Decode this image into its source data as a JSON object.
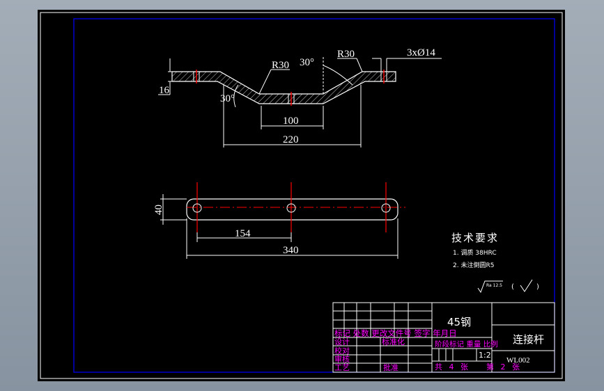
{
  "drawing": {
    "front_view": {
      "dim_thickness": "16",
      "dim_radius_left": "R30",
      "dim_radius_right": "R30",
      "dim_angle_top": "30°",
      "dim_angle_left": "30°",
      "dim_holes": "3xØ14",
      "dim_bottom_width": "100",
      "dim_overall_width": "220"
    },
    "top_view": {
      "dim_height": "40",
      "dim_hole_spacing": "154",
      "dim_overall_length": "340"
    },
    "tech_requirements": {
      "title": "技术要求",
      "item1": "1. 调质 38HRC",
      "item2": "2. 未注倒圆R5",
      "roughness_value": "Ra 12.5",
      "roughness_open": "(",
      "roughness_close": ")"
    },
    "title_block": {
      "material": "45钢",
      "part_name": "连接杆",
      "drawing_number": "WL002",
      "scale": "1:2",
      "revision_header": "标记 处数 更改文件号 签字 年月日",
      "designer_label": "设计",
      "standardization_label": "标准化",
      "checker_label": "校对",
      "reviewer_label": "审核",
      "process_label": "工艺",
      "approve_label": "批准",
      "stage_header": "阶段标记 重量 比例",
      "sheets_total": "共 4 张",
      "sheet_number": "第 2 张"
    },
    "colors": {
      "line": "#ffffff",
      "center_line": "#ff0000",
      "frame": "#0000ff",
      "annotation": "#ff00ff",
      "background": "#000000"
    }
  }
}
